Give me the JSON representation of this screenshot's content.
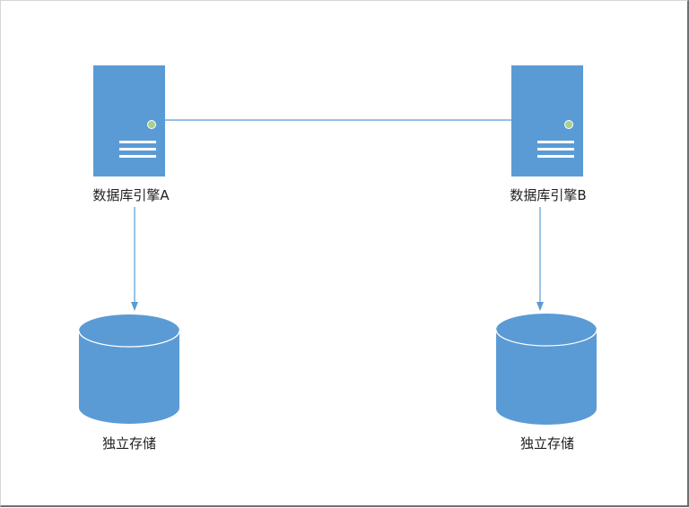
{
  "diagram": {
    "nodes": [
      {
        "id": "engine_a",
        "kind": "server",
        "label": "数据库引擎A"
      },
      {
        "id": "engine_b",
        "kind": "server",
        "label": "数据库引擎B"
      },
      {
        "id": "storage_a",
        "kind": "database",
        "label": "独立存储"
      },
      {
        "id": "storage_b",
        "kind": "database",
        "label": "独立存储"
      }
    ],
    "edges": [
      {
        "from": "engine_a",
        "to": "engine_b"
      },
      {
        "from": "engine_a",
        "to": "storage_a"
      },
      {
        "from": "engine_b",
        "to": "storage_b"
      }
    ],
    "colors": {
      "shape_fill": "#5b9bd5",
      "line": "#5b9bd5",
      "indicator": "#a9d18e",
      "stripe": "#ffffff"
    }
  }
}
